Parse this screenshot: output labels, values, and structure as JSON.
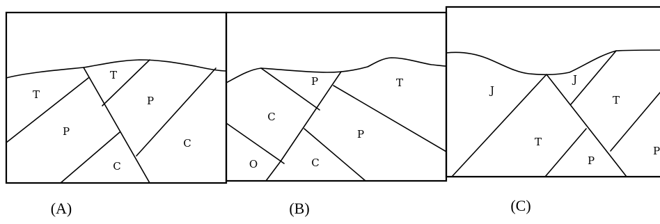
{
  "panels": [
    {
      "caption": "(A)",
      "units": [
        "T",
        "T",
        "P",
        "P",
        "C",
        "C"
      ]
    },
    {
      "caption": "(B)",
      "units": [
        "P",
        "T",
        "C",
        "P",
        "O",
        "C"
      ]
    },
    {
      "caption": "(C)",
      "units": [
        "J",
        "J",
        "T",
        "T",
        "P",
        "P"
      ]
    }
  ]
}
